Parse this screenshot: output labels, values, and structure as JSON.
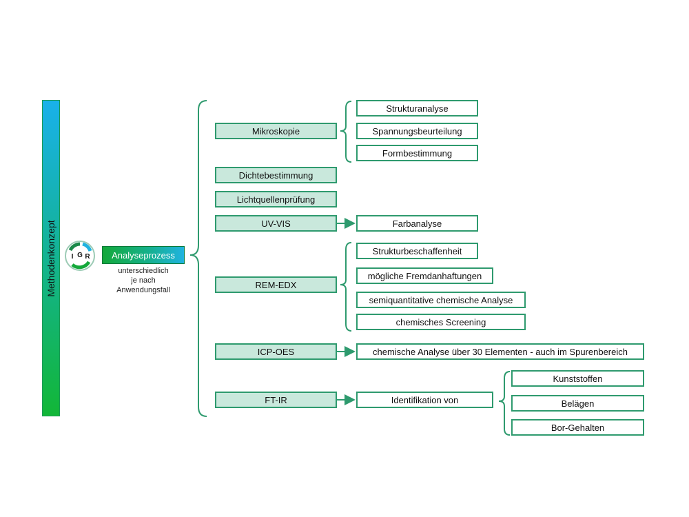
{
  "concept_label": "Methodenkonzept",
  "logo": {
    "letters": [
      "I",
      "G",
      "R"
    ],
    "icon": "igr-logo-icon"
  },
  "process": {
    "label": "Analyseprozess",
    "note_lines": [
      "unterschiedlich",
      "je nach",
      "Anwendungsfall"
    ]
  },
  "methods": [
    {
      "label": "Mikroskopie",
      "details": [
        "Strukturanalyse",
        "Spannungsbeurteilung",
        "Formbestimmung"
      ]
    },
    {
      "label": "Dichtebestimmung",
      "details": []
    },
    {
      "label": "Lichtquellenprüfung",
      "details": []
    },
    {
      "label": "UV-VIS",
      "details": [
        "Farbanalyse"
      ]
    },
    {
      "label": "REM-EDX",
      "details": [
        "Strukturbeschaffenheit",
        "mögliche Fremdanhaftungen",
        "semiquantitative chemische Analyse",
        "chemisches Screening"
      ]
    },
    {
      "label": "ICP-OES",
      "details": [
        "chemische Analyse über 30 Elementen - auch im Spurenbereich"
      ]
    },
    {
      "label": "FT-IR",
      "details": [
        "Identifikation von"
      ],
      "subdetails": [
        "Kunststoffen",
        "Belägen",
        "Bor-Gehalten"
      ]
    }
  ],
  "colors": {
    "line": "#2e9a6e",
    "method_fill": "#c9e8dc",
    "bar_top": "#19b1ea",
    "bar_bottom": "#12b637"
  }
}
